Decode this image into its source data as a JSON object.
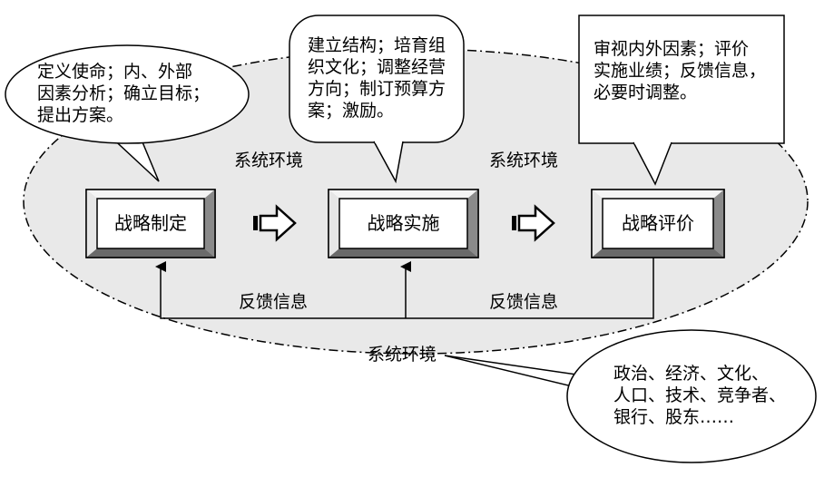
{
  "stages": [
    {
      "label": "战略制定"
    },
    {
      "label": "战略实施"
    },
    {
      "label": "战略评价"
    }
  ],
  "environment_labels": [
    "系统环境",
    "系统环境",
    "系统环境"
  ],
  "feedback_labels": [
    "反馈信息",
    "反馈信息"
  ],
  "callouts": [
    {
      "lines": [
        "定义使命；内、外部",
        "因素分析；确立目标；",
        "提出方案。"
      ]
    },
    {
      "lines": [
        "建立结构；培育组",
        "织文化；调整经营",
        "方向；制订预算方",
        "案；激励。"
      ]
    },
    {
      "lines": [
        "审视内外因素；评价",
        "实施业绩；反馈信息，",
        "必要时调整。"
      ]
    },
    {
      "lines": [
        "政治、经济、文化、",
        "人口、技术、竞争者、",
        "银行、股东……"
      ]
    }
  ]
}
